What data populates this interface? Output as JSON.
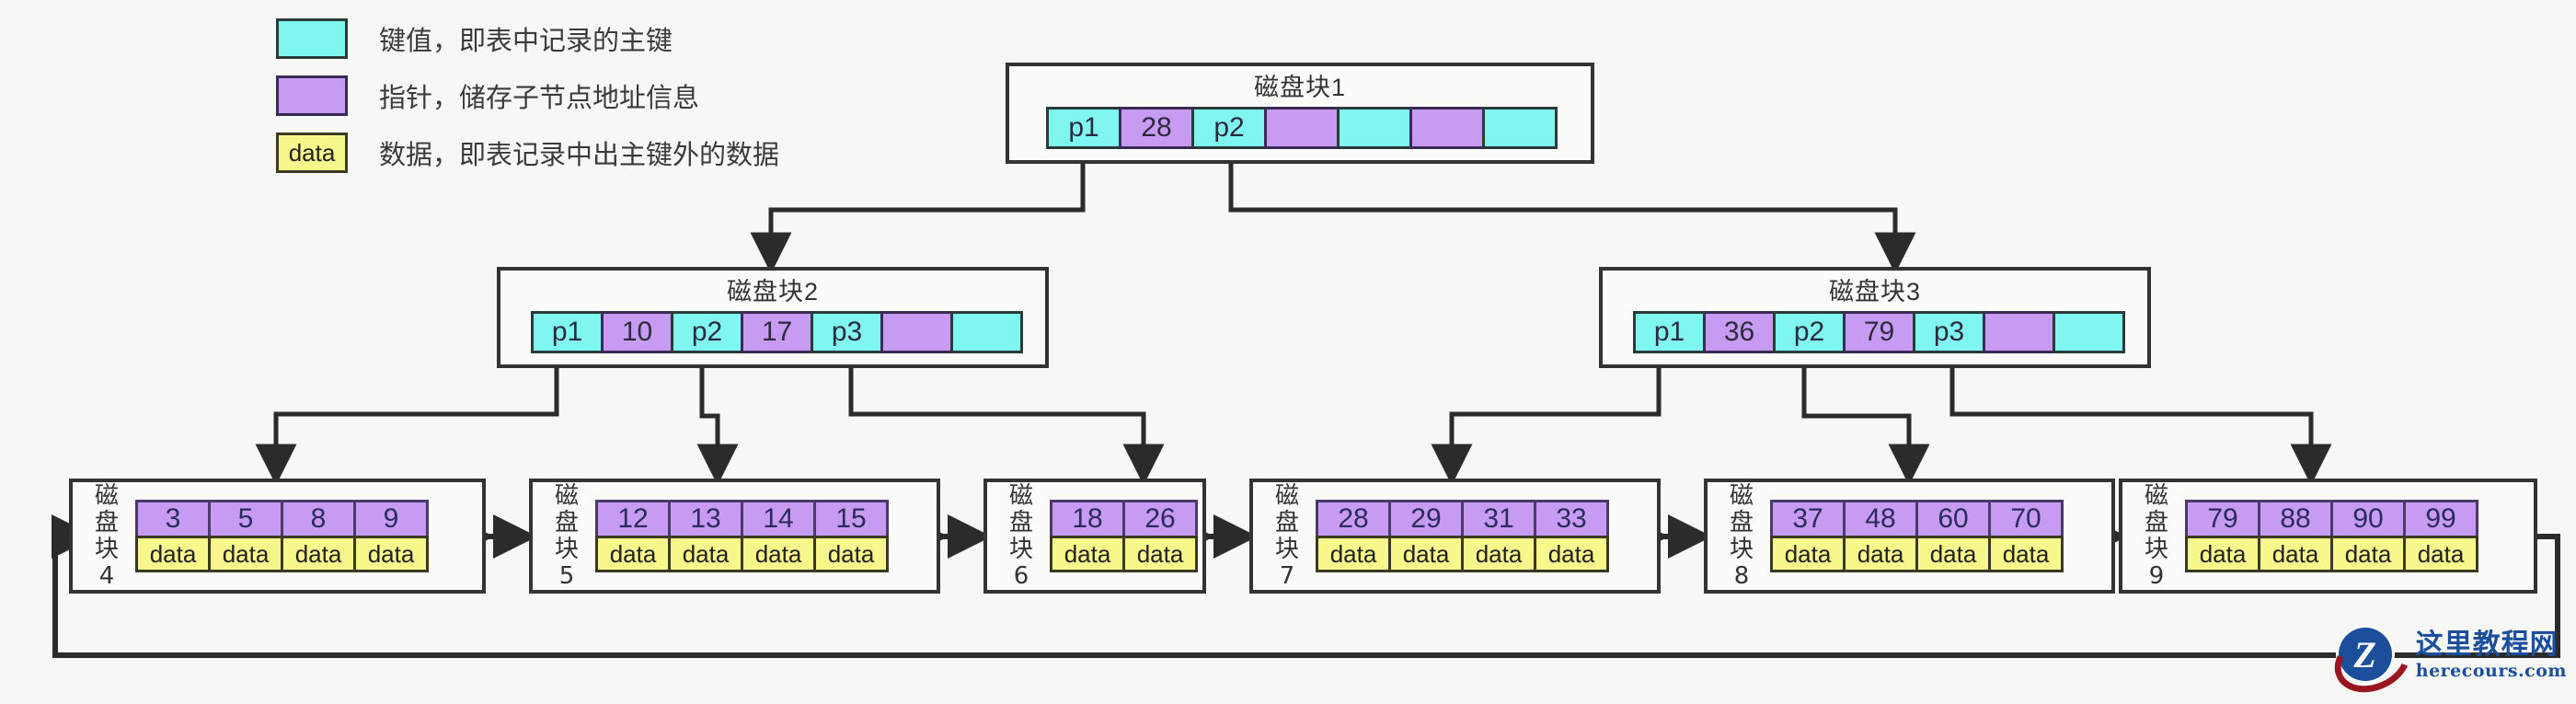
{
  "legend": {
    "items": [
      {
        "swatch": "key",
        "swatch_label": "",
        "color": "#7ff6ef",
        "text": "键值，即表中记录的主键"
      },
      {
        "swatch": "ptr",
        "swatch_label": "",
        "color": "#c79bf2",
        "text": "指针，储存子节点地址信息"
      },
      {
        "swatch": "data",
        "swatch_label": "data",
        "color": "#f7f78c",
        "text": "数据，即表记录中出主键外的数据"
      }
    ]
  },
  "colors": {
    "key": "#7ff6ef",
    "pointer": "#c79bf2",
    "data": "#f7f78c",
    "stroke": "#333333",
    "background": "#f7f7f5"
  },
  "tree": {
    "root": {
      "title": "磁盘块1",
      "cells": [
        {
          "type": "key",
          "text": "p1"
        },
        {
          "type": "ptr",
          "text": "28"
        },
        {
          "type": "key",
          "text": "p2"
        },
        {
          "type": "ptr",
          "text": ""
        },
        {
          "type": "key",
          "text": ""
        },
        {
          "type": "ptr",
          "text": ""
        },
        {
          "type": "key",
          "text": ""
        }
      ]
    },
    "internal": [
      {
        "title": "磁盘块2",
        "cells": [
          {
            "type": "key",
            "text": "p1"
          },
          {
            "type": "ptr",
            "text": "10"
          },
          {
            "type": "key",
            "text": "p2"
          },
          {
            "type": "ptr",
            "text": "17"
          },
          {
            "type": "key",
            "text": "p3"
          },
          {
            "type": "ptr",
            "text": ""
          },
          {
            "type": "key",
            "text": ""
          }
        ]
      },
      {
        "title": "磁盘块3",
        "cells": [
          {
            "type": "key",
            "text": "p1"
          },
          {
            "type": "ptr",
            "text": "36"
          },
          {
            "type": "key",
            "text": "p2"
          },
          {
            "type": "ptr",
            "text": "79"
          },
          {
            "type": "key",
            "text": "p3"
          },
          {
            "type": "ptr",
            "text": ""
          },
          {
            "type": "key",
            "text": ""
          }
        ]
      }
    ],
    "leaves": [
      {
        "label": "磁盘块\n4",
        "label_lines": [
          "磁",
          "盘",
          "块",
          "4"
        ],
        "keys": [
          "3",
          "5",
          "8",
          "9"
        ],
        "data": [
          "data",
          "data",
          "data",
          "data"
        ]
      },
      {
        "label": "磁盘块\n5",
        "label_lines": [
          "磁",
          "盘",
          "块",
          "5"
        ],
        "keys": [
          "12",
          "13",
          "14",
          "15"
        ],
        "data": [
          "data",
          "data",
          "data",
          "data"
        ]
      },
      {
        "label": "磁盘块\n6",
        "label_lines": [
          "磁",
          "盘",
          "块",
          "6"
        ],
        "keys": [
          "18",
          "26"
        ],
        "data": [
          "data",
          "data"
        ]
      },
      {
        "label": "磁盘块\n7",
        "label_lines": [
          "磁",
          "盘",
          "块",
          "7"
        ],
        "keys": [
          "28",
          "29",
          "31",
          "33"
        ],
        "data": [
          "data",
          "data",
          "data",
          "data"
        ]
      },
      {
        "label": "磁盘块\n8",
        "label_lines": [
          "磁",
          "盘",
          "块",
          "8"
        ],
        "keys": [
          "37",
          "48",
          "60",
          "70"
        ],
        "data": [
          "data",
          "data",
          "data",
          "data"
        ]
      },
      {
        "label": "磁盘块\n9",
        "label_lines": [
          "磁",
          "盘",
          "块",
          "9"
        ],
        "keys": [
          "79",
          "88",
          "90",
          "99"
        ],
        "data": [
          "data",
          "data",
          "data",
          "data"
        ]
      }
    ]
  },
  "watermark": {
    "badge": "Z",
    "cn": "这里教程网",
    "en": "herecours.com"
  }
}
